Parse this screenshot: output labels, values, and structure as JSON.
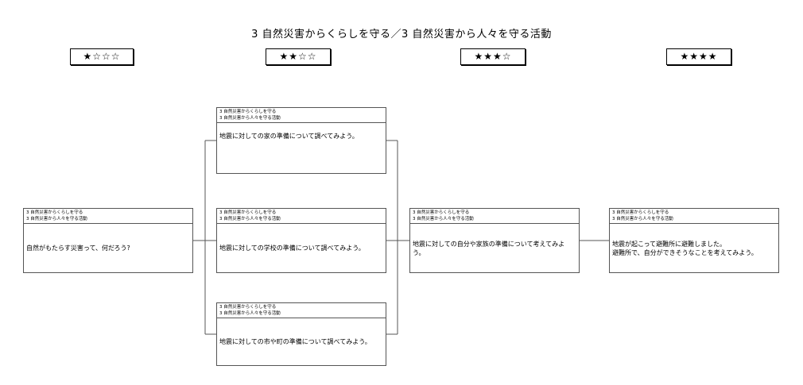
{
  "title": "3 自然災害からくらしを守る／3 自然災害から人々を守る活動",
  "levels": [
    "★☆☆☆",
    "★★☆☆",
    "★★★☆",
    "★★★★"
  ],
  "cards": [
    {
      "unit": "3 自然災害からくらしを守る",
      "lesson": "3 自然災害から人々を守る活動",
      "question": "自然がもたらす災害って、何だろう?"
    },
    {
      "unit": "3 自然災害からくらしを守る",
      "lesson": "3 自然災害から人々を守る活動",
      "question": "地震に対しての家の準備について調べてみよう。"
    },
    {
      "unit": "3 自然災害からくらしを守る",
      "lesson": "3 自然災害から人々を守る活動",
      "question": "地震に対しての学校の準備について調べてみよう。"
    },
    {
      "unit": "3 自然災害からくらしを守る",
      "lesson": "3 自然災害から人々を守る活動",
      "question": "地震に対しての市や町の準備について調べてみよう。"
    },
    {
      "unit": "3 自然災害からくらしを守る",
      "lesson": "3 自然災害から人々を守る活動",
      "question": "地震に対しての自分や家族の準備について考えてみよう。"
    },
    {
      "unit": "3 自然災害からくらしを守る",
      "lesson": "3 自然災害から人々を守る活動",
      "question": "地震が起こって避難所に避難しました。\n避難所で、自分ができそうなことを考えてみよう。"
    }
  ]
}
